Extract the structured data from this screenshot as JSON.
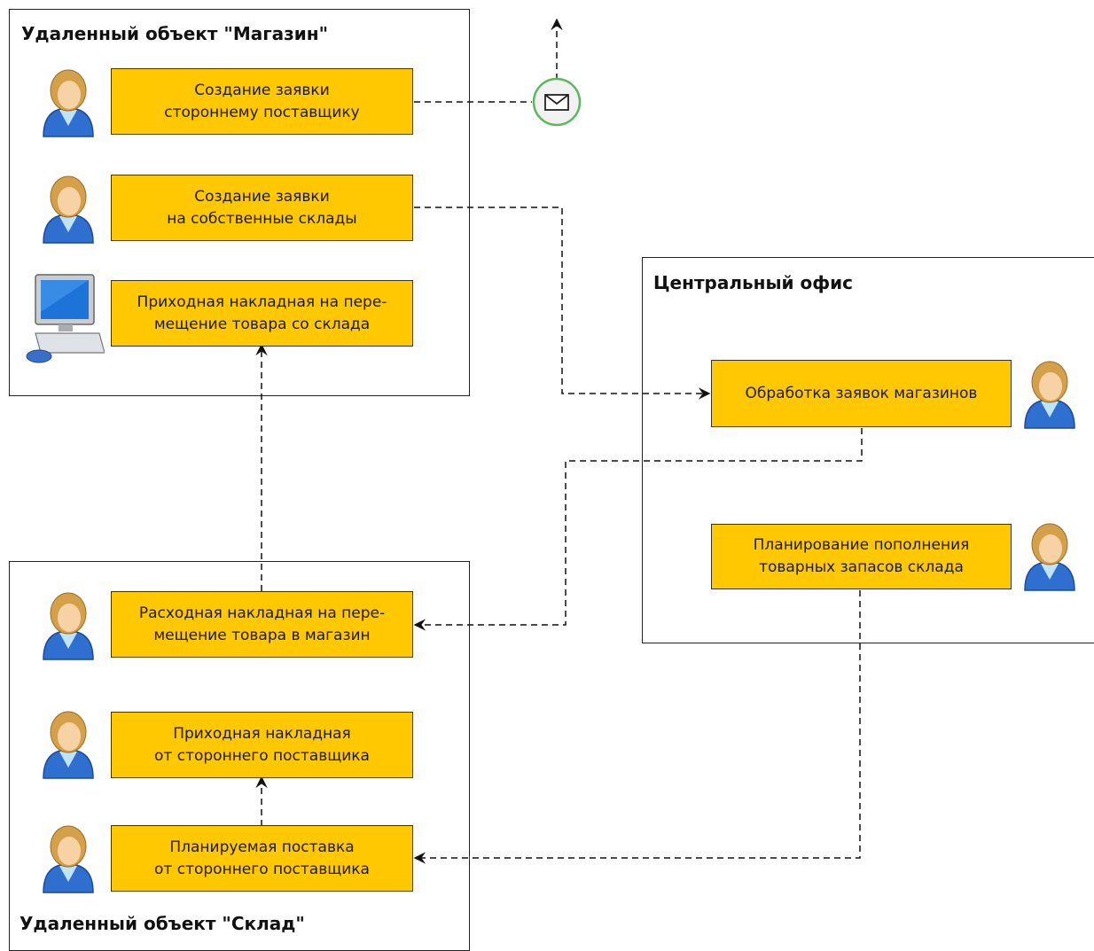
{
  "colors": {
    "task_fill": "#ffc800",
    "lane_border": "#222222",
    "message_event_stroke": "#4caf50",
    "person_hair": "#d4a04a",
    "person_body": "#2f6fd0"
  },
  "lanes": {
    "shop": {
      "title": "Удаленный объект \"Магазин\""
    },
    "office": {
      "title": "Центральный офис"
    },
    "warehouse": {
      "title": "Удаленный объект \"Склад\""
    }
  },
  "tasks": {
    "shop_supplier_request": "Создание заявки\nстороннему поставщику",
    "shop_own_request": "Создание заявки\nна собственные склады",
    "shop_receipt_transfer": "Приходная накладная на пере-\nмещение товара со склада",
    "office_process_requests": "Обработка заявок магазинов",
    "office_plan_replenishment": "Планирование пополнения\nтоварных запасов склада",
    "wh_outgoing_transfer": "Расходная накладная на пере-\nмещение товара в магазин",
    "wh_receipt_supplier": "Приходная накладная\nот стороннего поставщика",
    "wh_planned_delivery": "Планируемая поставка\nот стороннего поставщика"
  },
  "actors": {
    "shop_supplier_request": "person-icon",
    "shop_own_request": "person-icon",
    "shop_receipt_transfer": "computer-icon",
    "office_process_requests": "person-icon",
    "office_plan_replenishment": "person-icon",
    "wh_outgoing_transfer": "person-icon",
    "wh_receipt_supplier": "person-icon",
    "wh_planned_delivery": "person-icon"
  },
  "message_event": {
    "icon": "envelope-icon"
  }
}
